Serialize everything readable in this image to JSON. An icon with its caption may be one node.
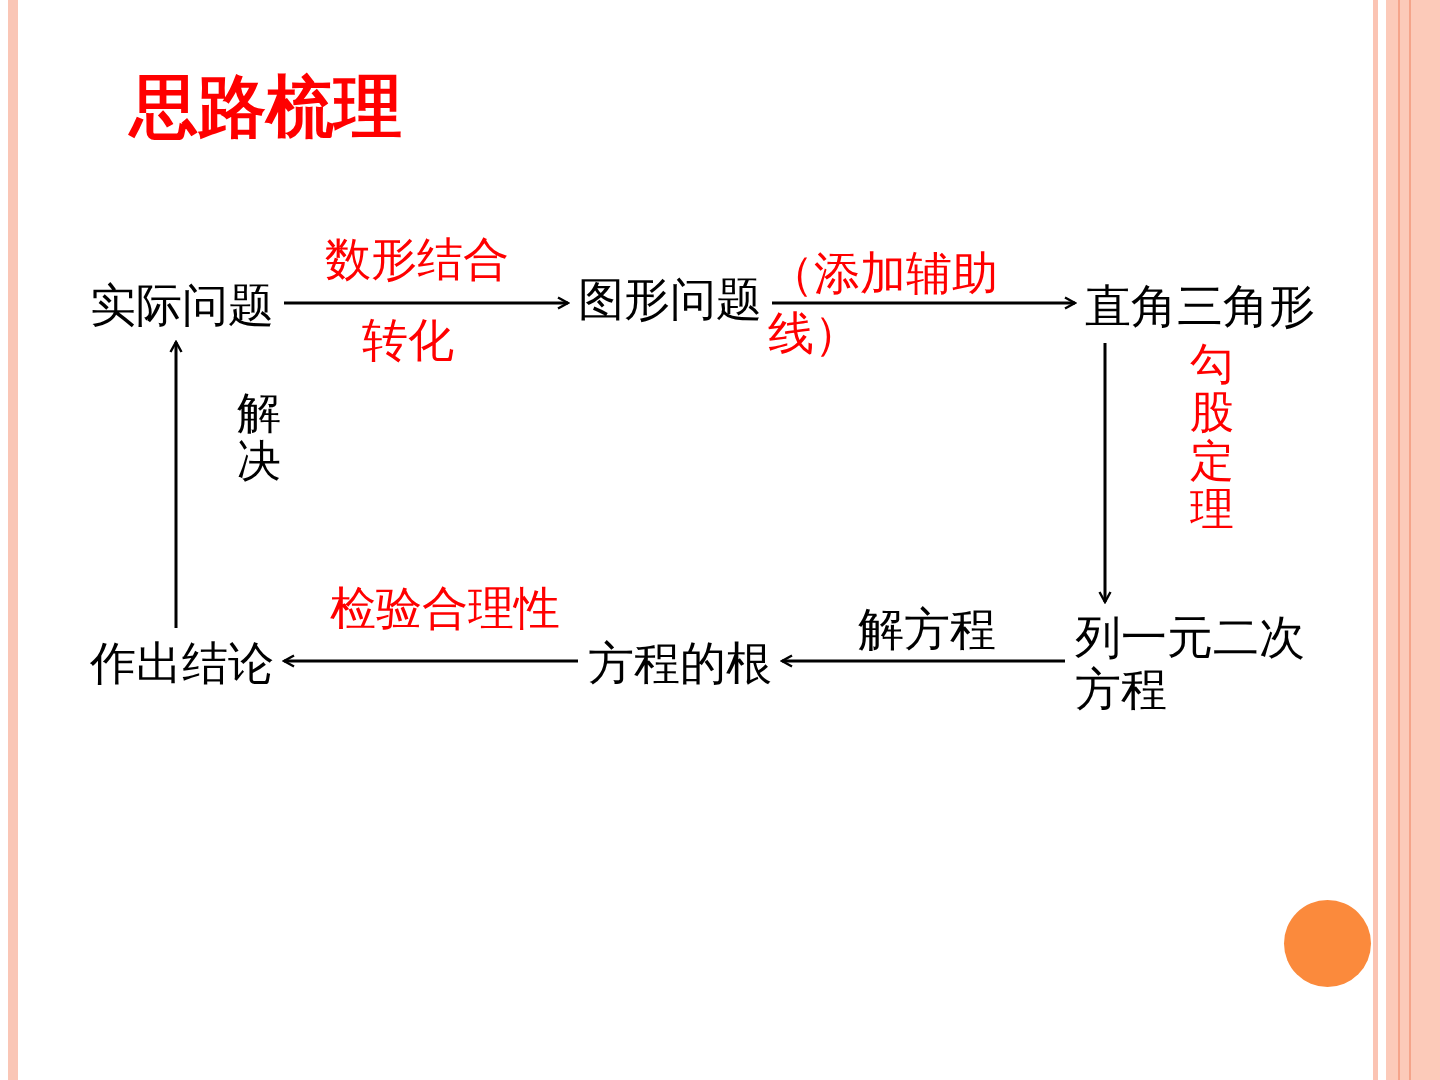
{
  "diagram": {
    "title": "思路梳理",
    "nodes": [
      {
        "text": [
          "实际问题"
        ]
      },
      {
        "text": [
          "图形问题"
        ]
      },
      {
        "text": [
          "直角三角形"
        ]
      },
      {
        "text": [
          "列一元二次方程"
        ]
      },
      {
        "text": [
          "方程的根"
        ]
      },
      {
        "text": [
          "作出结论"
        ]
      }
    ],
    "edges": [
      {
        "from": 0,
        "to": 1,
        "arrow": "to",
        "label": "数形结合"
      },
      {
        "from": 1,
        "to": 2,
        "arrow": "to",
        "label": "（添加辅助线）"
      },
      {
        "from": 2,
        "to": 3,
        "arrow": "to",
        "label": "勾股定理"
      },
      {
        "from": 3,
        "to": 4,
        "arrow": "to",
        "label": "解方程"
      },
      {
        "from": 4,
        "to": 5,
        "arrow": "to",
        "label": "检验合理性"
      },
      {
        "from": 5,
        "to": 0,
        "arrow": "to",
        "label": "解决"
      }
    ],
    "labels": [
      "转化"
    ]
  }
}
